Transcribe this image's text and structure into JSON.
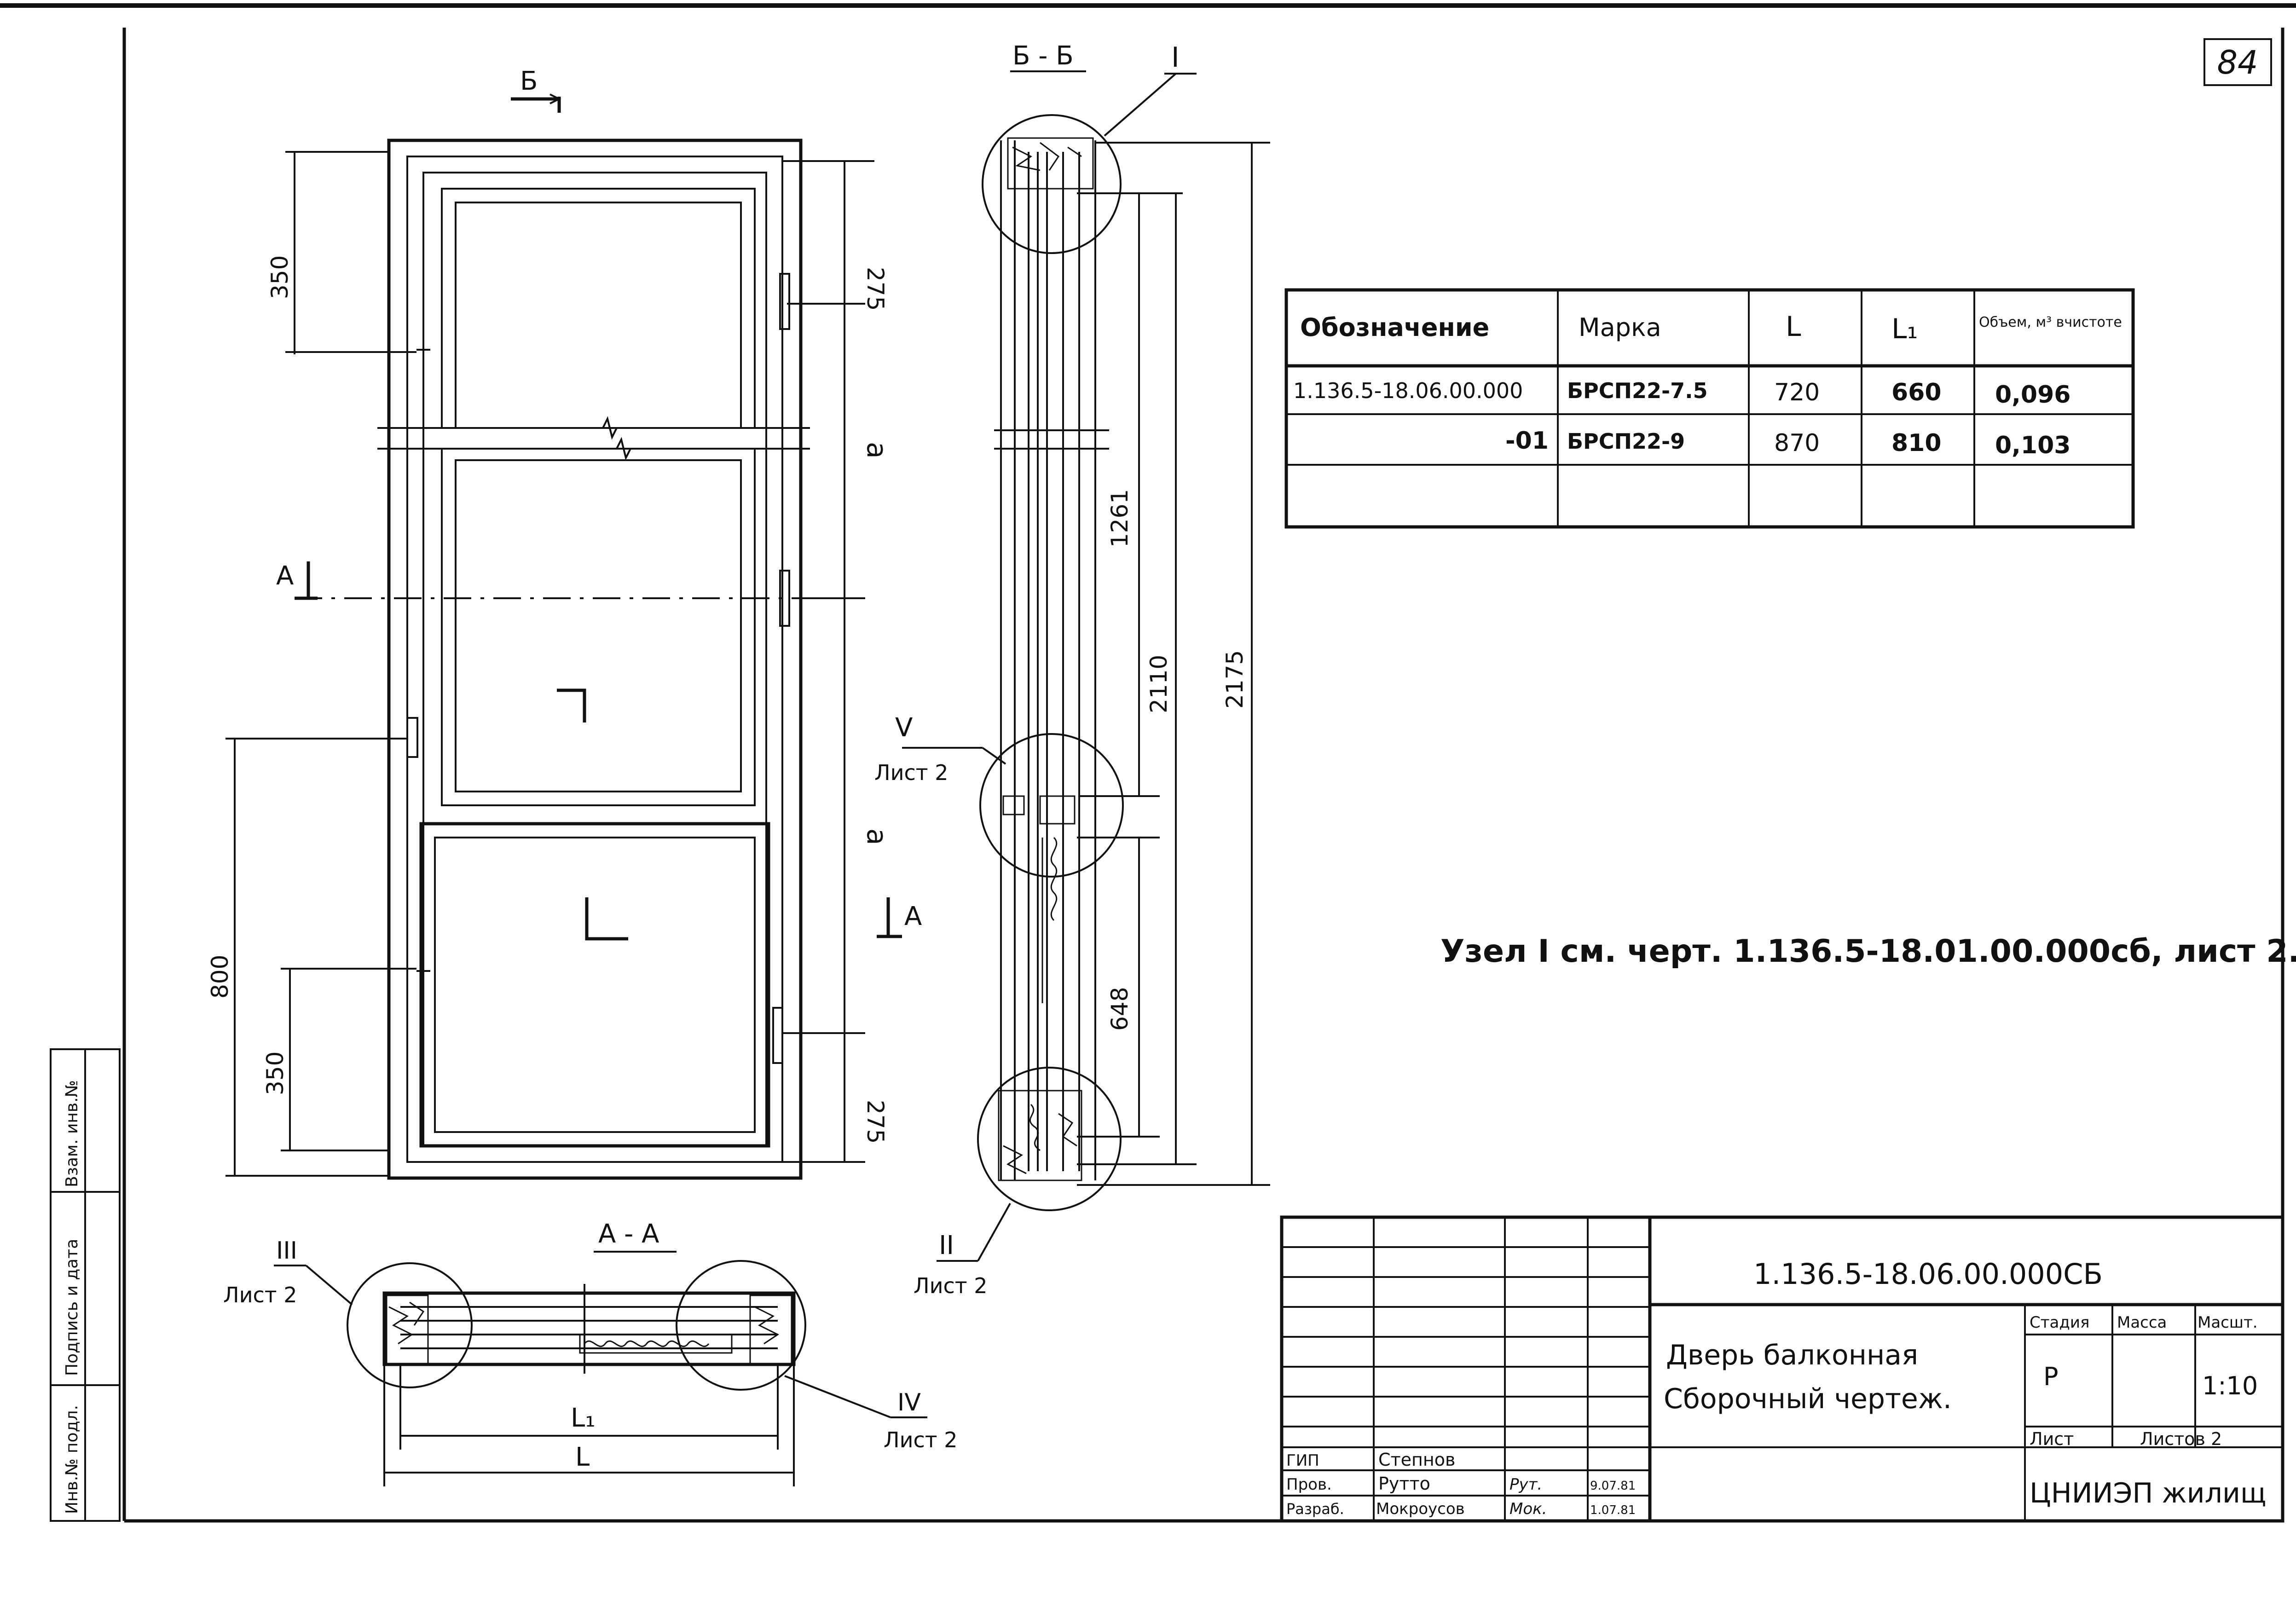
{
  "page": {
    "sheet_number": "84"
  },
  "sections": {
    "bb_title": "Б - Б",
    "aa_title": "А - А",
    "cut_b": "Б",
    "cut_a_top": "А",
    "cut_a_bottom": "А"
  },
  "dimensions": {
    "left_top_350": "350",
    "left_800": "800",
    "left_bottom_350": "350",
    "right_275_top": "275",
    "right_a_top": "a",
    "right_a_bottom": "a",
    "right_275_bottom": "275",
    "sec_1261": "1261",
    "sec_2110": "2110",
    "sec_2175": "2175",
    "sec_648": "648",
    "aa_L1": "L₁",
    "aa_L": "L"
  },
  "callouts": {
    "node_I": "I",
    "node_II": "II",
    "node_III": "III",
    "node_IV": "IV",
    "node_V": "V",
    "sheet2_II": "Лист 2",
    "sheet2_III": "Лист 2",
    "sheet2_IV": "Лист 2",
    "sheet2_V": "Лист 2"
  },
  "note": "Узел I см. черт. 1.136.5-18.01.00.000сб, лист 2.",
  "spec_table": {
    "headers": [
      "Обозначение",
      "Марка",
      "L",
      "L₁",
      "Объем, м³ вчистоте"
    ],
    "rows": [
      [
        "1.136.5-18.06.00.000",
        "БРСП22-7.5",
        "720",
        "660",
        "0,096"
      ],
      [
        "-01",
        "БРСП22-9",
        "870",
        "810",
        "0,103"
      ],
      [
        "",
        "",
        "",
        "",
        ""
      ]
    ]
  },
  "title_block": {
    "code": "1.136.5-18.06.00.000СБ",
    "name_line1": "Дверь балконная",
    "name_line2": "Сборочный чертеж.",
    "stage_label": "Стадия",
    "mass_label": "Масса",
    "scale_label": "Масшт.",
    "stage_value": "Р",
    "mass_value": "",
    "scale_value": "1:10",
    "sheet_label": "Лист",
    "sheets_label": "Листов 2",
    "org": "ЦНИИЭП жилищ",
    "people": [
      {
        "role": "ГИП",
        "name": "Степнов",
        "sign": "",
        "date": ""
      },
      {
        "role": "Пров.",
        "name": "Рутто",
        "sign": "Рут.",
        "date": "9.07.81"
      },
      {
        "role": "Разраб.",
        "name": "Мокроусов",
        "sign": "Мок.",
        "date": "1.07.81"
      }
    ]
  },
  "side_stamp": {
    "inv_orig": "Инв.№ подл.",
    "sign_date": "Подпись и дата",
    "inv_new": "Взам. инв.№"
  }
}
